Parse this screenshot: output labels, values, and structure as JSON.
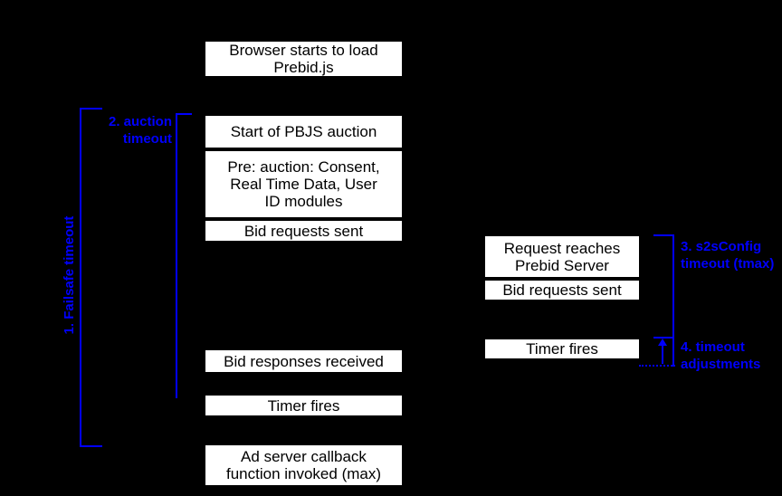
{
  "colors": {
    "background": "#000000",
    "box_fill": "#ffffff",
    "box_border": "#000000",
    "box_text": "#000000",
    "annotation_blue": "#0000fe"
  },
  "timeline_left": {
    "boxes": [
      {
        "id": "browser-load",
        "lines": [
          "Browser starts to load",
          "Prebid.js"
        ]
      },
      {
        "id": "start-auction",
        "lines": [
          "Start of PBJS auction"
        ]
      },
      {
        "id": "pre-auction-modules",
        "lines": [
          "Pre: auction: Consent,",
          "Real Time Data, User",
          "ID modules"
        ]
      },
      {
        "id": "bid-requests-sent",
        "lines": [
          "Bid requests sent"
        ]
      },
      {
        "id": "bid-responses",
        "lines": [
          "Bid responses received"
        ]
      },
      {
        "id": "timer-fires",
        "lines": [
          "Timer fires"
        ]
      },
      {
        "id": "ad-server-callback",
        "lines": [
          "Ad server callback",
          "function invoked (max)"
        ]
      }
    ]
  },
  "timeline_right": {
    "boxes": [
      {
        "id": "request-reaches-server",
        "lines": [
          "Request reaches",
          "Prebid Server"
        ]
      },
      {
        "id": "bid-requests-sent",
        "lines": [
          "Bid requests sent"
        ]
      },
      {
        "id": "timer-fires",
        "lines": [
          "Timer fires"
        ]
      }
    ]
  },
  "annotations": {
    "failsafe": {
      "label": "1. Failsafe timeout"
    },
    "auction": {
      "line1": "2. auction",
      "line2": "timeout"
    },
    "s2s": {
      "line1": "3. s2sConfig",
      "line2": "timeout (tmax)"
    },
    "adjustments": {
      "line1": "4. timeout",
      "line2": "adjustments"
    }
  }
}
